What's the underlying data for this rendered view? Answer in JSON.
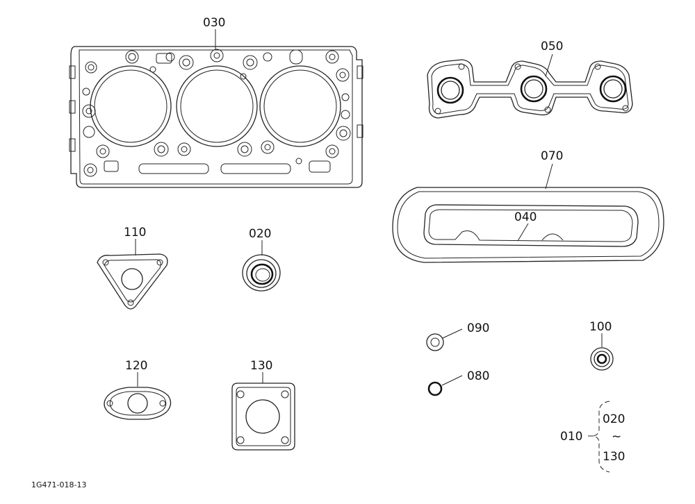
{
  "parts": {
    "p030": "030",
    "p050": "050",
    "p070": "070",
    "p040": "040",
    "p110": "110",
    "p020": "020",
    "p090": "090",
    "p080": "080",
    "p100": "100",
    "p120": "120",
    "p130": "130"
  },
  "kit": {
    "main": "010",
    "from": "020",
    "tilde": "~",
    "to": "130"
  },
  "drawing_code": "1G471-018-13"
}
